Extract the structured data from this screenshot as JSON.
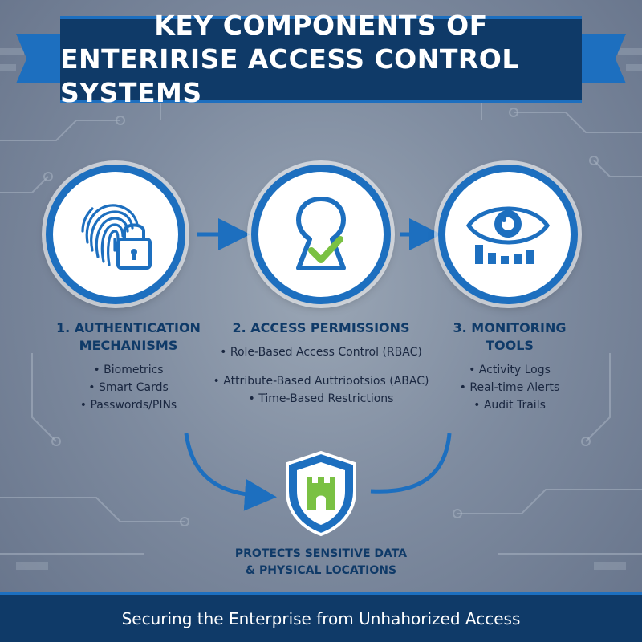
{
  "title": {
    "line1": "KEY COMPONENTS OF",
    "line2": "ENTERIRISE ACCESS CONTROL SYSTEMS"
  },
  "components": [
    {
      "heading_line1": "1. AUTHENTICATION",
      "heading_line2": "MECHANISMS",
      "icon": "fingerprint-lock-icon",
      "items": [
        "Biometrics",
        "Smart Cards",
        "Passwords/PINs"
      ]
    },
    {
      "heading_line1": "2. ACCESS PERMISSIONS",
      "icon": "keyhole-check-icon",
      "items": [
        "Role-Based Access Control (RBAC)",
        "Attribute-Based Auttriootsios (ABAC)",
        "Time-Based Restrictions"
      ]
    },
    {
      "heading_line1": "3. MONITORING",
      "heading_line2": "TOOLS",
      "icon": "eye-chart-icon",
      "items": [
        "Activity Logs",
        "Real-time Alerts",
        "Audit Trails"
      ]
    }
  ],
  "outcome": {
    "icon": "shield-castle-icon",
    "line1": "PROTECTS SENSITIVE DATA",
    "line2": "& PHYSICAL LOCATIONS"
  },
  "footer": {
    "text": "Securing the Enterprise from Unhahorized Access"
  },
  "colors": {
    "navy": "#0f3a68",
    "accent_blue": "#1d6fbf",
    "check_green": "#7ac143"
  }
}
